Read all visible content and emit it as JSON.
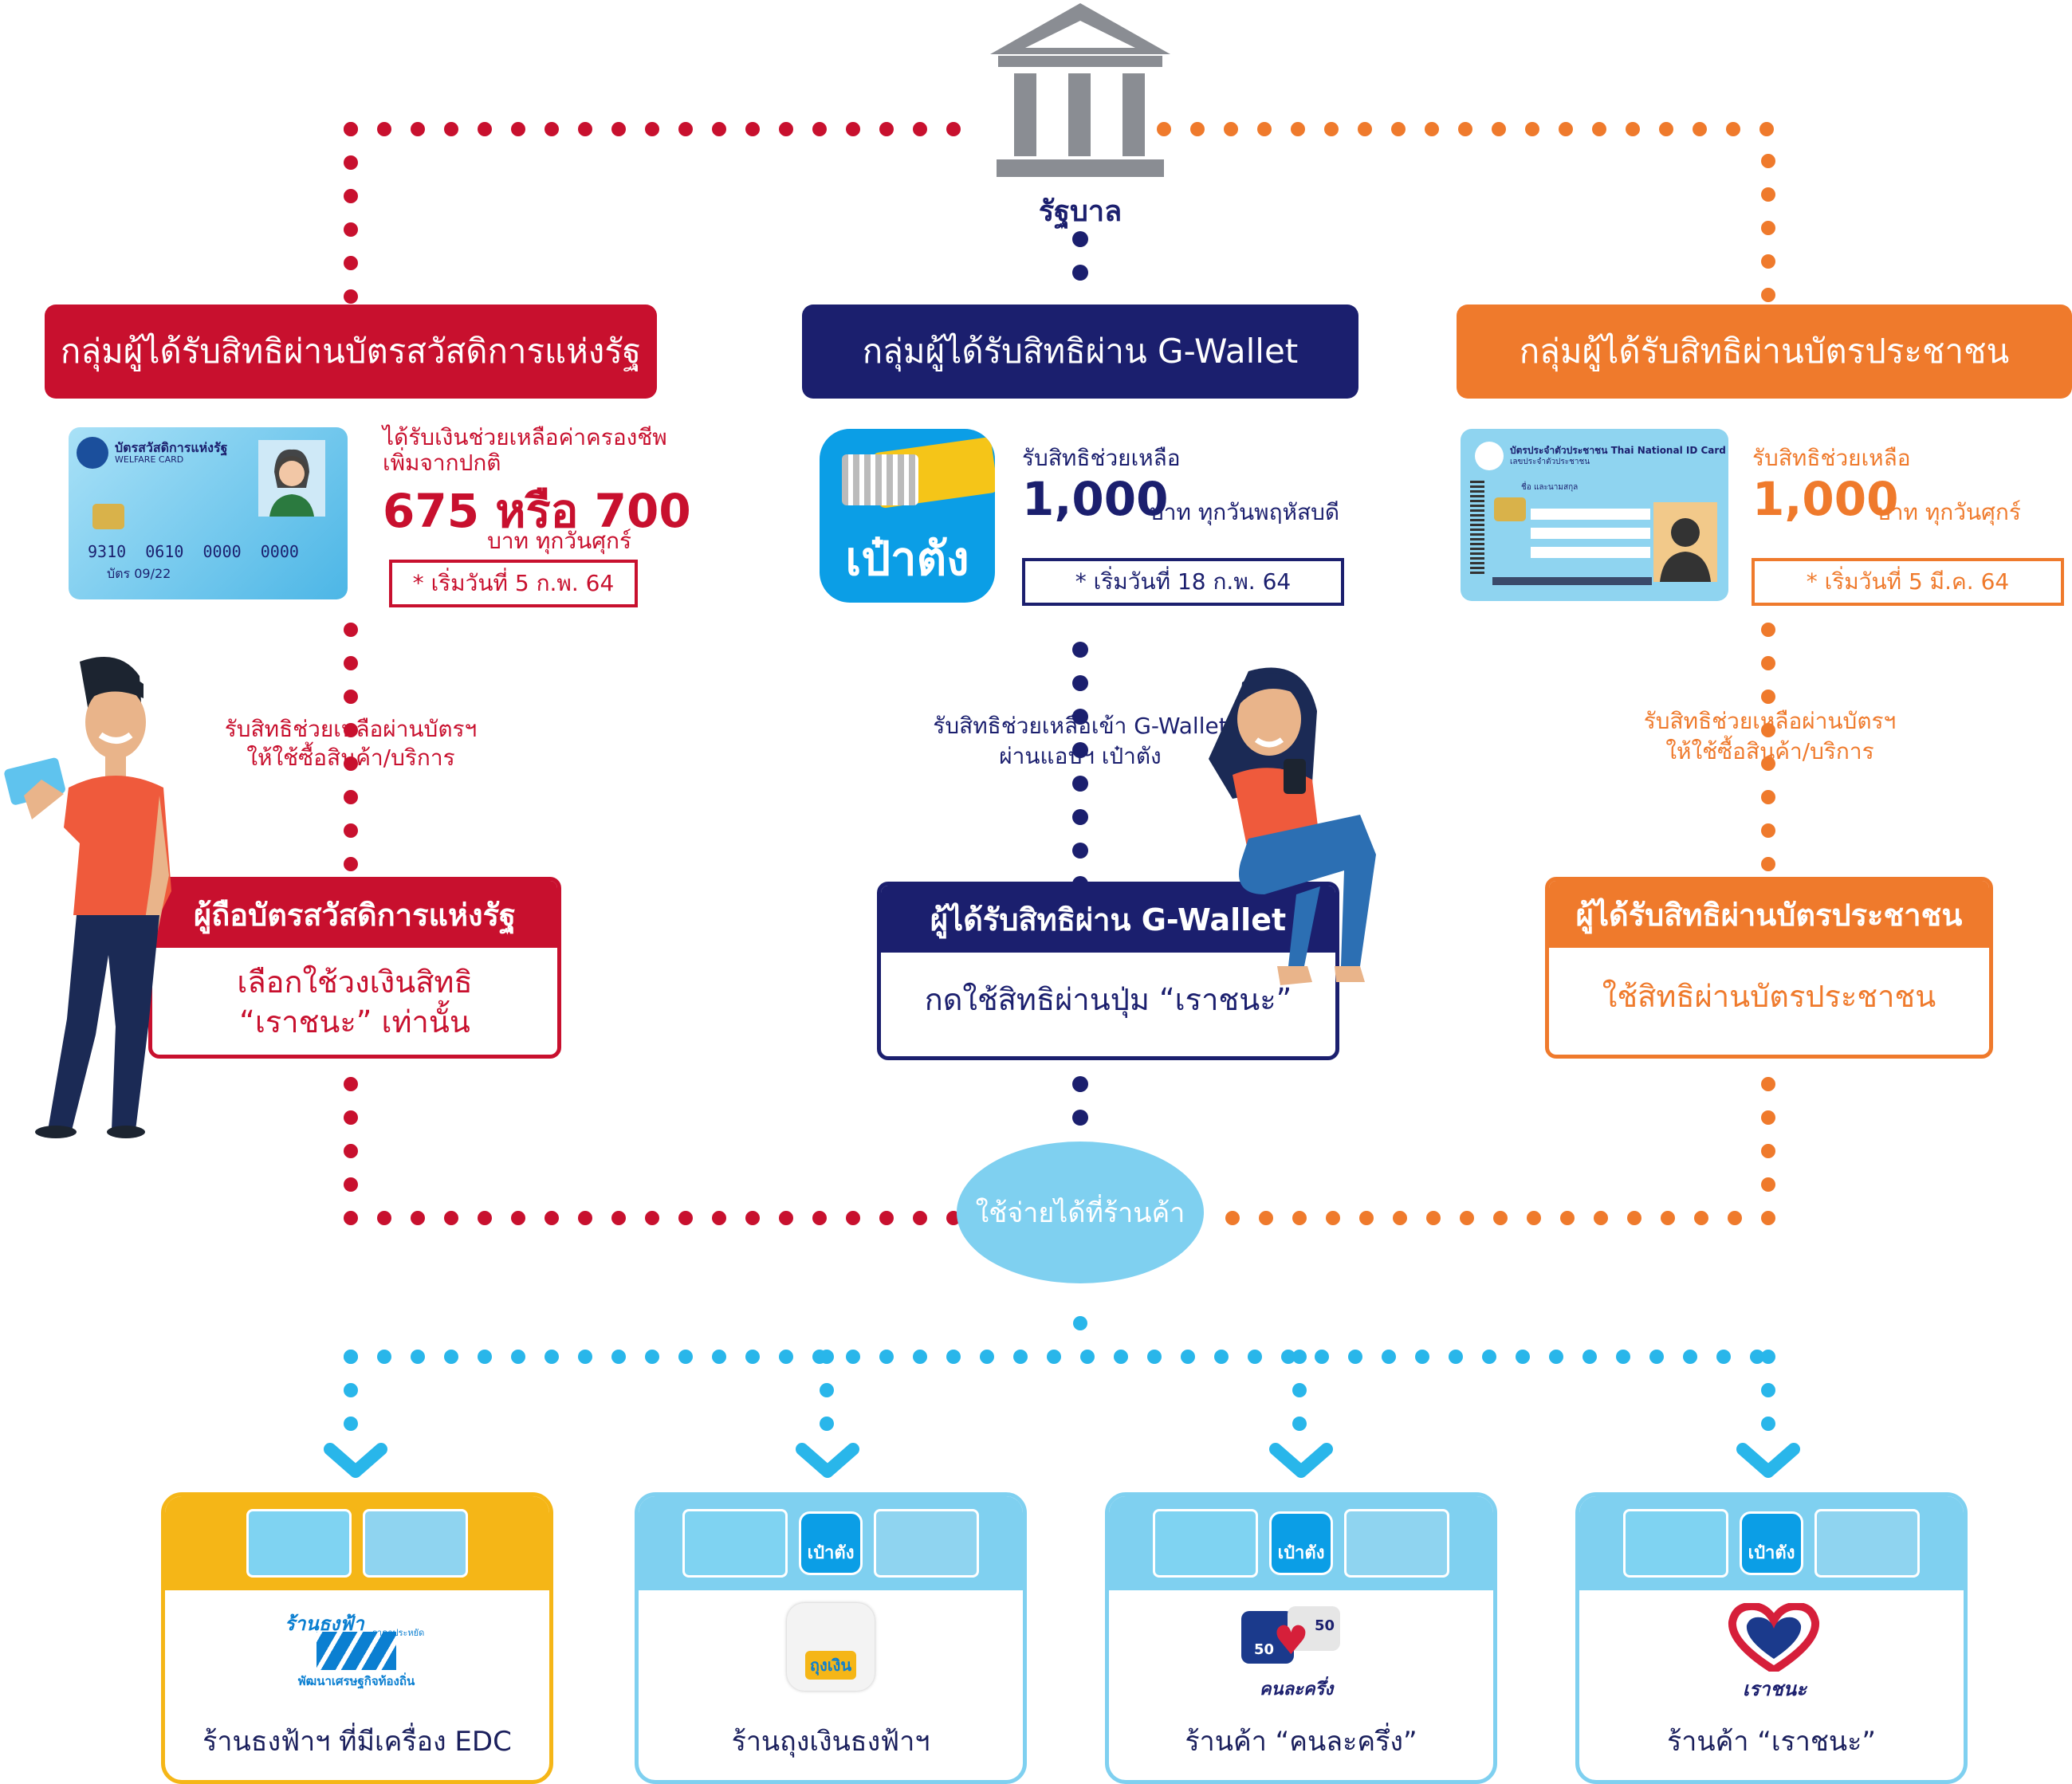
{
  "colors": {
    "red": "#c8102e",
    "navy": "#1b1f6e",
    "orange": "#ef7a2c",
    "cyan": "#29b6ea",
    "yellow": "#f5b617",
    "lightblue": "#7fd0f0"
  },
  "gov": {
    "label": "รัฐบาล",
    "icon": "government-building-icon"
  },
  "left": {
    "header": "กลุ่มผู้ได้รับสิทธิผ่านบัตรสวัสดิการแห่งรัฐ",
    "card": {
      "title": "บัตรสวัสดิการแห่งรัฐ",
      "subtitle": "WELFARE CARD",
      "number": "9310  0610  0000  0000",
      "expiry": "บัตร 09/22"
    },
    "desc1": "ได้รับเงินช่วยเหลือค่าครองชีพ",
    "desc2": "เพิ่มจากปกติ",
    "amount": "675 หรือ 700",
    "unit": "บาท ทุกวันศุกร์",
    "start": "* เริ่มวันที่ 5 ก.พ. 64",
    "flow1": "รับสิทธิช่วยเหลือผ่านบัตรฯ",
    "flow2": "ให้ใช้ซื้อสินค้า/บริการ",
    "box_title": "ผู้ถือบัตรสวัสดิการแห่งรัฐ",
    "box_line1": "เลือกใช้วงเงินสิทธิ",
    "box_line2": "“เราชนะ” เท่านั้น"
  },
  "center": {
    "header": "กลุ่มผู้ได้รับสิทธิผ่าน G-Wallet",
    "app_name": "เป๋าตัง",
    "desc": "รับสิทธิช่วยเหลือ",
    "amount": "1,000",
    "unit": "บาท ทุกวันพฤหัสบดี",
    "start": "* เริ่มวันที่ 18 ก.พ. 64",
    "flow1": "รับสิทธิช่วยเหลือเข้า G-Wallet",
    "flow2": "ผ่านแอปฯ เป๋าตัง",
    "box_title": "ผู้ได้รับสิทธิผ่าน G-Wallet",
    "box_line1": "กดใช้สิทธิผ่านปุ่ม “เราชนะ”"
  },
  "right": {
    "header": "กลุ่มผู้ได้รับสิทธิผ่านบัตรประชาชน",
    "card": {
      "title": "บัตรประจำตัวประชาชน Thai National ID Card",
      "sub": "เลขประจำตัวประชาชน",
      "name": "ชื่อ และนามสกุล"
    },
    "desc": "รับสิทธิช่วยเหลือ",
    "amount": "1,000",
    "unit": "บาท ทุกวันศุกร์",
    "start": "* เริ่มวันที่ 5 มี.ค. 64",
    "flow1": "รับสิทธิช่วยเหลือผ่านบัตรฯ",
    "flow2": "ให้ใช้ซื้อสินค้า/บริการ",
    "box_title": "ผู้ได้รับสิทธิผ่านบัตรประชาชน",
    "box_line1": "ใช้สิทธิผ่านบัตรประชาชน"
  },
  "hub": {
    "label": "ใช้จ่ายได้ที่ร้านค้า"
  },
  "stores": [
    {
      "label": "ร้านธงฟ้าฯ ที่มีเครื่อง EDC",
      "logo_title": "ร้านธงฟ้า",
      "logo_sub": "ราคาประหยัด",
      "logo_bottom": "พัฒนาเศรษฐกิจท้องถิ่น",
      "pt": ""
    },
    {
      "label": "ร้านถุงเงินธงฟ้าฯ",
      "logo_title": "ถุงเงิน",
      "pt": "เป๋าตัง"
    },
    {
      "label": "ร้านค้า “คนละครึ่ง”",
      "logo_title": "คนละครึ่ง",
      "logo_n1": "50",
      "logo_n2": "50",
      "pt": "เป๋าตัง"
    },
    {
      "label": "ร้านค้า “เราชนะ”",
      "logo_title": "เราชนะ",
      "pt": "เป๋าตัง"
    }
  ]
}
